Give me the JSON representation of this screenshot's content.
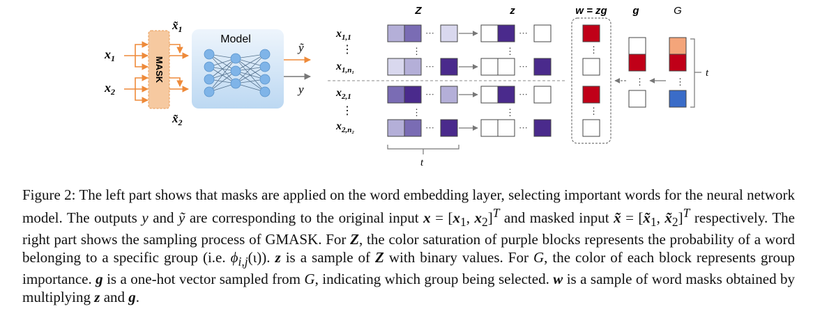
{
  "figure": {
    "left": {
      "inputs": [
        "x",
        "x"
      ],
      "input_subs": [
        "1",
        "2"
      ],
      "mask_label": "MASK",
      "masked_top": "x̃",
      "masked_top_sub": "1",
      "masked_bottom": "x̃",
      "masked_bottom_sub": "2",
      "model_label": "Model",
      "output_masked": "ỹ",
      "output": "y"
    },
    "right": {
      "headers": {
        "Z_prob": "Z",
        "z_sample": "z",
        "w": "w = zg",
        "g": "g",
        "G": "G"
      },
      "rows": [
        {
          "label": "x",
          "sub": "1,1"
        },
        {
          "label": "x",
          "sub": "1,n₁"
        },
        {
          "label": "x",
          "sub": "2,1"
        },
        {
          "label": "x",
          "sub": "2,n₂"
        }
      ],
      "t_label": "t",
      "ellipsis_h": "···",
      "ellipsis_v": "⋮",
      "colors": {
        "purple_dark": "#4a2a8c",
        "purple_mid": "#7a6cb4",
        "purple_light": "#b4afd8",
        "purple_pale": "#d9d8ee",
        "red": "#c00018",
        "salmon": "#f4a57a",
        "blue": "#3a6cc8",
        "model_blue": "#7fb4e8",
        "mask_orange": "#f6c9a0"
      }
    }
  },
  "caption": {
    "p1": "Figure 2:  The left part shows that masks are applied on the word embedding layer, selecting important words for the neural network model. The outputs ",
    "y": "y",
    "p2": " and ",
    "ytilde": "ỹ",
    "p3": " are corresponding to the original input ",
    "xbold": "x",
    "p4": " = [",
    "x1": "x",
    "x1sub": "1",
    "p5": ", ",
    "x2": "x",
    "x2sub": "2",
    "p6": "]",
    "T1": "T",
    "p7": " and masked input ",
    "xt": "x̃",
    "p8": " = [",
    "xt1": "x̃",
    "xt1sub": "1",
    "p9": ", ",
    "xt2": "x̃",
    "xt2sub": "2",
    "p10": "]",
    "T2": "T",
    "p11": " respectively. The right part shows the sampling process of GMASK. For ",
    "Z1": "Z",
    "p12": ", the color saturation of purple blocks represents the probability of a word belonging to a specific group (i.e. ",
    "phi": "ϕ",
    "phisub": "i,j",
    "p13": "(ι)). ",
    "z1": "z",
    "p14": " is a sample of ",
    "Z2": "Z",
    "p15": " with binary values. For ",
    "G1": "G",
    "p16": ", the color of each block represents group importance. ",
    "g1": "g",
    "p17": " is a one-hot vector sampled from ",
    "G2": "G",
    "p18": ", indicating which group being selected. ",
    "w1": "w",
    "p19": " is a sample of word masks obtained by multiplying ",
    "z2": "z",
    "p20": " and ",
    "g2": "g",
    "p21": "."
  }
}
